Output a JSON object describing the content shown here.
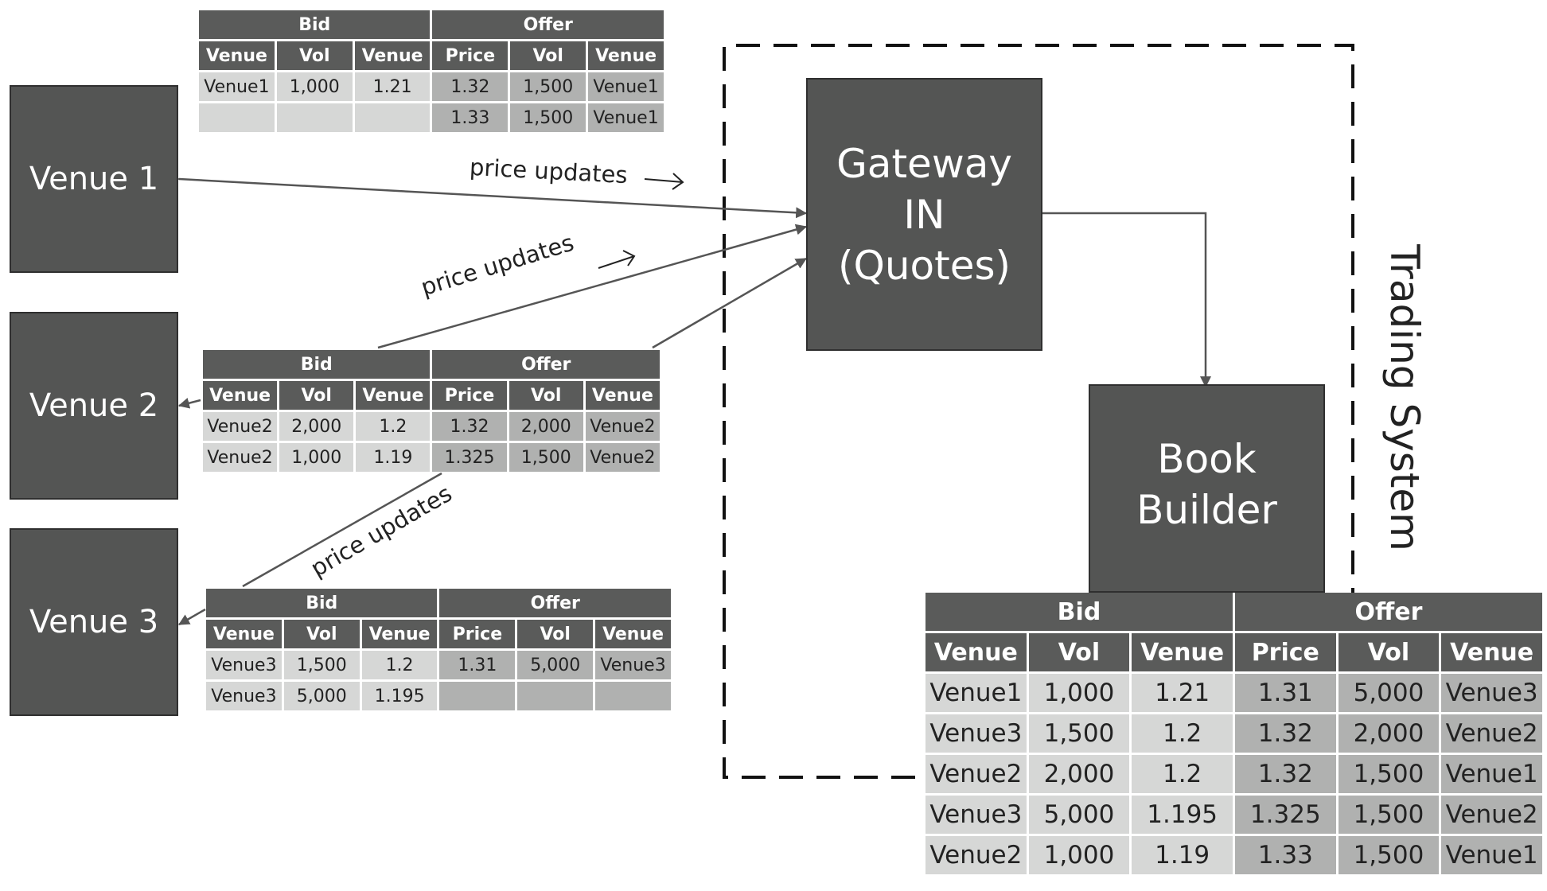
{
  "venues": [
    {
      "label": "Venue 1"
    },
    {
      "label": "Venue 2"
    },
    {
      "label": "Venue 3"
    }
  ],
  "gateway": {
    "lines": [
      "Gateway",
      "IN",
      "(Quotes)"
    ]
  },
  "book_builder": {
    "lines": [
      "Book",
      "Builder"
    ]
  },
  "trading_system_label": "Trading System",
  "arrow_label": "price updates",
  "headers": {
    "bid": "Bid",
    "offer": "Offer",
    "columns": [
      "Venue",
      "Vol",
      "Venue",
      "Price",
      "Vol",
      "Venue"
    ]
  },
  "venue1_book": {
    "rows": [
      [
        "Venue1",
        "1,000",
        "1.21",
        "1.32",
        "1,500",
        "Venue1"
      ],
      [
        "",
        "",
        "",
        "1.33",
        "1,500",
        "Venue1"
      ]
    ]
  },
  "venue2_book": {
    "rows": [
      [
        "Venue2",
        "2,000",
        "1.2",
        "1.32",
        "2,000",
        "Venue2"
      ],
      [
        "Venue2",
        "1,000",
        "1.19",
        "1.325",
        "1,500",
        "Venue2"
      ]
    ]
  },
  "venue3_book": {
    "rows": [
      [
        "Venue3",
        "1,500",
        "1.2",
        "1.31",
        "5,000",
        "Venue3"
      ],
      [
        "Venue3",
        "5,000",
        "1.195",
        "",
        "",
        ""
      ]
    ]
  },
  "consolidated_book": {
    "rows": [
      [
        "Venue1",
        "1,000",
        "1.21",
        "1.31",
        "5,000",
        "Venue3"
      ],
      [
        "Venue3",
        "1,500",
        "1.2",
        "1.32",
        "2,000",
        "Venue2"
      ],
      [
        "Venue2",
        "2,000",
        "1.2",
        "1.32",
        "1,500",
        "Venue1"
      ],
      [
        "Venue3",
        "5,000",
        "1.195",
        "1.325",
        "1,500",
        "Venue2"
      ],
      [
        "Venue2",
        "1,000",
        "1.19",
        "1.33",
        "1,500",
        "Venue1"
      ]
    ]
  }
}
